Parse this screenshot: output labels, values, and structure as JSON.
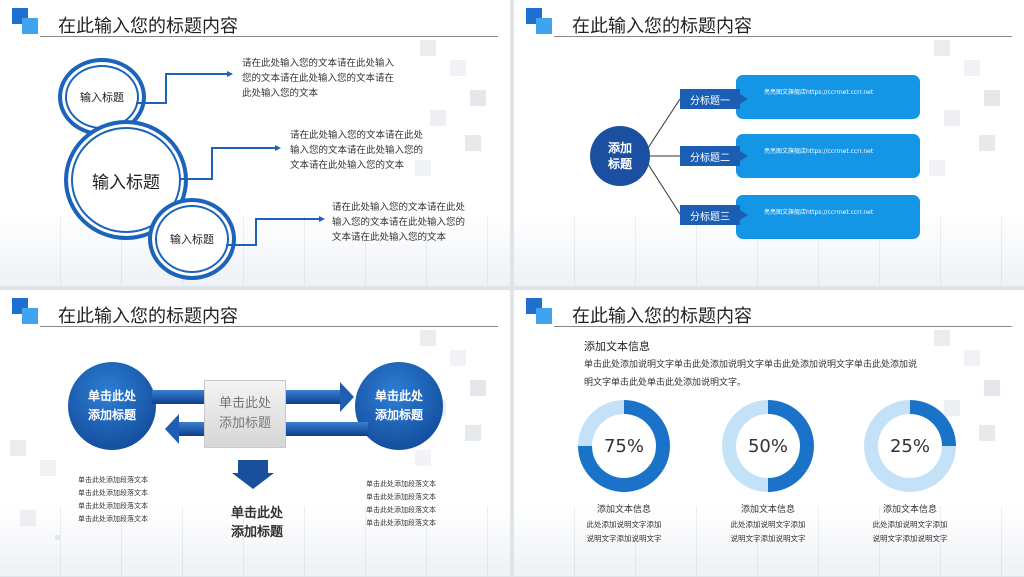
{
  "slide_title": "在此输入您的标题内容",
  "slide1": {
    "circle_small_top": "输入标题",
    "circle_big": "输入标题",
    "circle_small_bottom": "输入标题",
    "text1": [
      "请在此处输入您的文本请在此处输入",
      "您的文本请在此处输入您的文本请在",
      "此处输入您的文本"
    ],
    "text2": [
      "请在此处输入您的文本请在此处",
      "输入您的文本请在此处输入您的",
      "文本请在此处输入您的文本"
    ],
    "text3": [
      "请在此处输入您的文本请在此处",
      "输入您的文本请在此处输入您的",
      "文本请在此处输入您的文本"
    ]
  },
  "slide2": {
    "center_line1": "添加",
    "center_line2": "标题",
    "tags": [
      "分标题一",
      "分标题二",
      "分标题三"
    ],
    "boxes": [
      "亮亮图文旗舰店https://ccrrnet.ccrr.net",
      "亮亮图文旗舰店https://ccrrnet.ccrr.net",
      "亮亮图文旗舰店https://ccrrnet.ccrr.net"
    ]
  },
  "slide3": {
    "left_circle": [
      "单击此处",
      "添加标题"
    ],
    "right_circle": [
      "单击此处",
      "添加标题"
    ],
    "center_box": [
      "单击此处",
      "添加标题"
    ],
    "bottom_label": [
      "单击此处",
      "添加标题"
    ],
    "left_list": [
      "单击此处添加段落文本",
      "单击此处添加段落文本",
      "单击此处添加段落文本",
      "单击此处添加段落文本"
    ],
    "right_list": [
      "单击此处添加段落文本",
      "单击此处添加段落文本",
      "单击此处添加段落文本",
      "单击此处添加段落文本"
    ]
  },
  "slide4": {
    "heading": "添加文本信息",
    "paragraph": [
      "单击此处添加说明文字单击此处添加说明文字单击此处添加说明文字单击此处添加说",
      "明文字单击此处单击此处添加说明文字。"
    ],
    "donuts": [
      {
        "value": 75,
        "label": "75%",
        "caption": "添加文本信息",
        "desc": [
          "此处添加说明文字添加",
          "说明文字添加说明文字"
        ]
      },
      {
        "value": 50,
        "label": "50%",
        "caption": "添加文本信息",
        "desc": [
          "此处添加说明文字添加",
          "说明文字添加说明文字"
        ]
      },
      {
        "value": 25,
        "label": "25%",
        "caption": "添加文本信息",
        "desc": [
          "此处添加说明文字添加",
          "说明文字添加说明文字"
        ]
      }
    ],
    "colors": {
      "ring_fill": "#1a72c9",
      "ring_track": "#c4e2f7"
    }
  }
}
